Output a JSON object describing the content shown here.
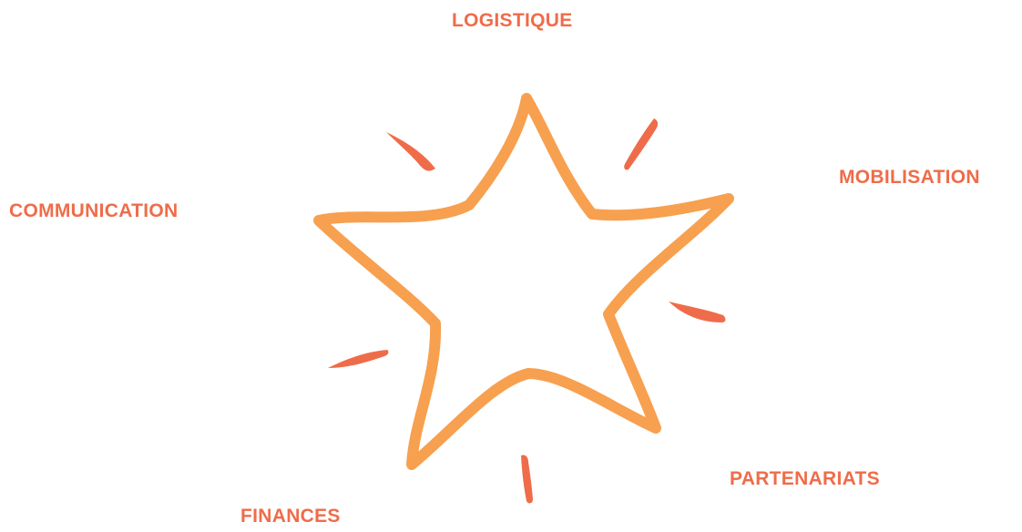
{
  "colors": {
    "label": "#ef6c4a",
    "star": "#f7a04f",
    "rays": "#ef6c4a",
    "background": "#ffffff"
  },
  "diagram": {
    "center_icon": "star-icon",
    "spark_icon": "spark-ray-icon",
    "labels": {
      "logistique": "LOGISTIQUE",
      "mobilisation": "MOBILISATION",
      "communication": "COMMUNICATION",
      "partenariats": "PARTENARIATS",
      "finances": "FINANCES"
    }
  }
}
